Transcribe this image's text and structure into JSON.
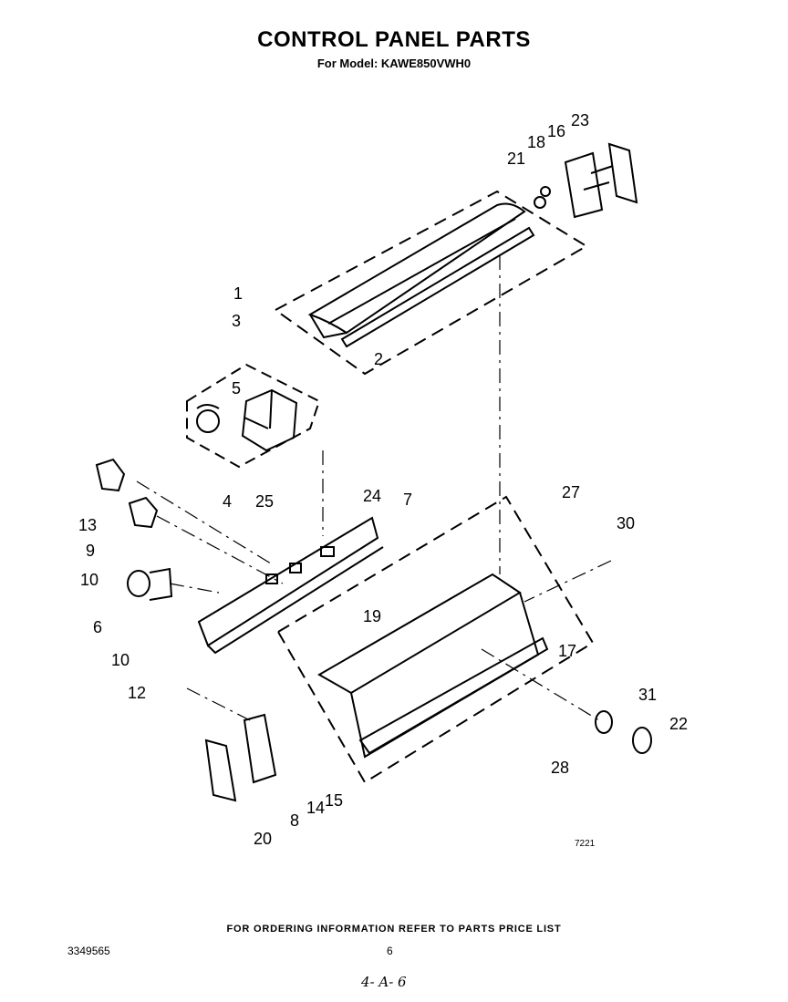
{
  "header": {
    "title": "CONTROL PANEL PARTS",
    "model": "For Model: KAWE850VWH0"
  },
  "diagram": {
    "callouts": [
      "1",
      "2",
      "3",
      "4",
      "5",
      "6",
      "7",
      "8",
      "9",
      "10",
      "10",
      "12",
      "13",
      "14",
      "15",
      "16",
      "17",
      "18",
      "19",
      "20",
      "21",
      "22",
      "23",
      "24",
      "25",
      "27",
      "28",
      "30",
      "31"
    ],
    "drawing_code": "7221"
  },
  "footer": {
    "ordering_note": "FOR ORDERING INFORMATION REFER TO PARTS PRICE LIST",
    "doc_number": "3349565",
    "page_number": "6",
    "handwritten_note": "4- A- 6"
  }
}
